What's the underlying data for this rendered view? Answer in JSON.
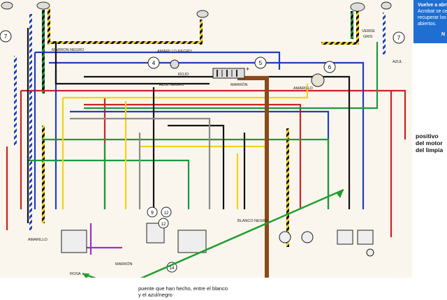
{
  "popup": {
    "title": "Vuelve a abrir",
    "line1": "Acrobat se cerró",
    "line2": "recuperar los do",
    "line3": "abiertos.",
    "link": "N"
  },
  "components": {
    "c4": "4",
    "c5": "5",
    "c6": "6",
    "c7a": "7",
    "c7b": "7",
    "c9": "9",
    "c12a": "12",
    "c12b": "12",
    "c14": "14"
  },
  "wire_labels": {
    "amarillo_negro": "AMARILLO-NEGRO",
    "rojo": "ROJO",
    "azul_negro": "AZUL NEGRO",
    "marron": "MARRÓN",
    "amarillo": "AMARILLO",
    "verde": "VERDE",
    "gris": "GRIS",
    "azul": "AZUL",
    "marron_negro": "MARRON-NEGRO",
    "amarillo_left": "AMARILLO",
    "blanco_negro": "BLANCO NEGRO",
    "rosa": "ROSA",
    "marron_blanco": "MARRÓN"
  },
  "annotations": {
    "side_note": "positivo del motor del limpia",
    "bottom_note_1": "puente que han hecho, entre el blanco",
    "bottom_note_2": "y el azul/negro"
  },
  "colors": {
    "red": "#cc2222",
    "blue": "#1f3fb8",
    "green": "#1a9a3a",
    "yellow": "#f2d21b",
    "black": "#111111",
    "brown": "#8a4a1a",
    "grey": "#8a8a8a",
    "purple": "#9b30c8",
    "annotation_green": "#1e9e2e",
    "popup_blue": "#1e6fd1"
  }
}
